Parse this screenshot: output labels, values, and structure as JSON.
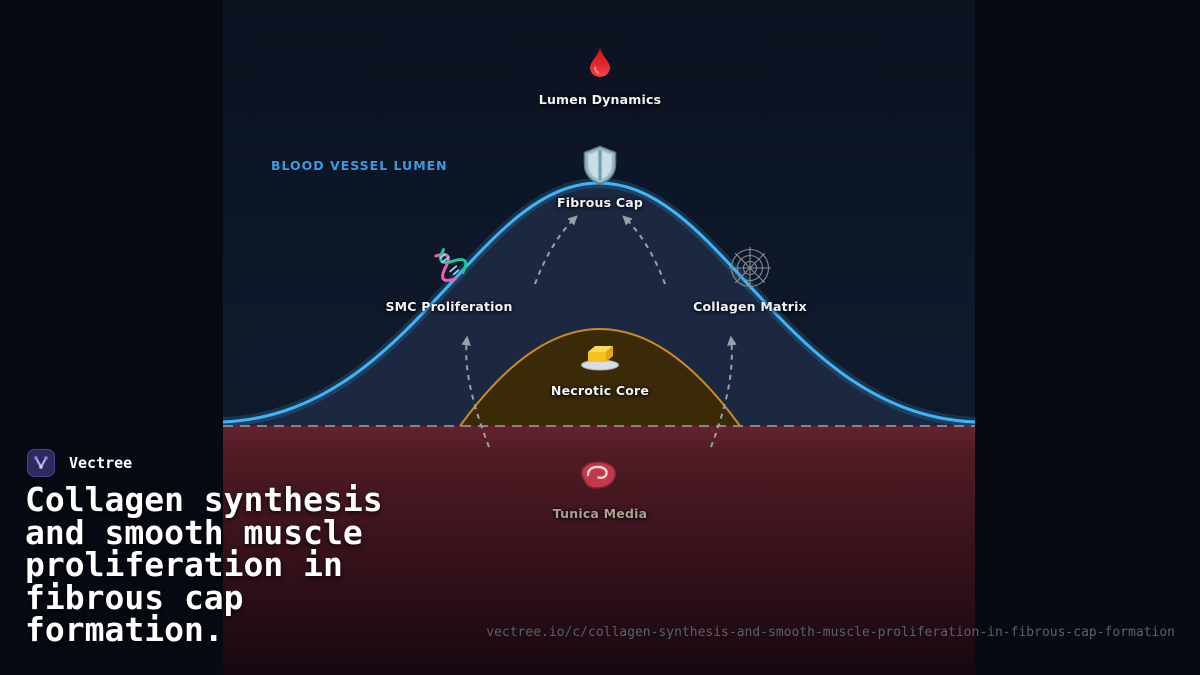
{
  "brand": {
    "name": "Vectree"
  },
  "card": {
    "title_full": "Collagen synthesis and smooth muscle proliferation in fibrous cap formation.",
    "title_lines": [
      "Collagen synthesis",
      "and smooth muscle",
      "proliferation in",
      "fibrous cap",
      "formation."
    ],
    "url": "vectree.io/c/collagen-synthesis-and-smooth-muscle-proliferation-in-fibrous-cap-formation"
  },
  "diagram": {
    "region_label": "BLOOD VESSEL LUMEN",
    "nodes": [
      {
        "id": "lumen-dynamics",
        "label": "Lumen Dynamics",
        "icon": "blood-drop-icon"
      },
      {
        "id": "fibrous-cap",
        "label": "Fibrous Cap",
        "icon": "shield-icon"
      },
      {
        "id": "smc-proliferation",
        "label": "SMC Proliferation",
        "icon": "dna-icon"
      },
      {
        "id": "collagen-matrix",
        "label": "Collagen Matrix",
        "icon": "spider-web-icon"
      },
      {
        "id": "necrotic-core",
        "label": "Necrotic Core",
        "icon": "butter-icon"
      },
      {
        "id": "tunica-media",
        "label": "Tunica Media",
        "icon": "steak-icon"
      }
    ],
    "colors": {
      "lumen_curve": "#41b4f7",
      "region_label_text": "#3d9bdd",
      "necrotic_core_stroke": "#cd8b1b",
      "necrotic_core_fill": "#3b2a08",
      "tunica_media_fill": "#4f1b24",
      "arrow": "#98a0ab",
      "background": "#0f1a2c"
    }
  }
}
